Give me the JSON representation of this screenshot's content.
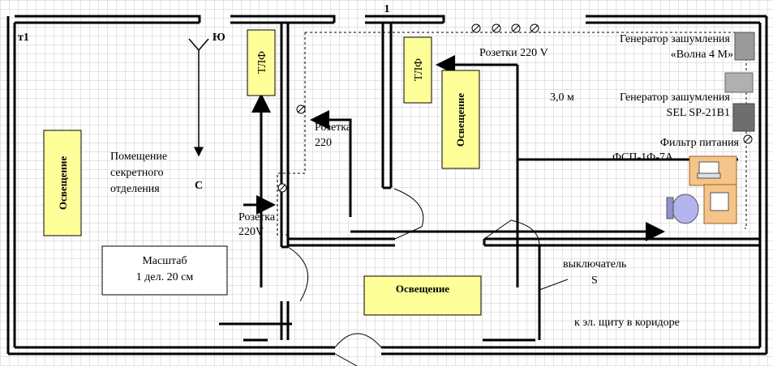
{
  "labels": {
    "room_number_top": "1",
    "room_id": "т1",
    "compass_south_north": "Ю",
    "compass_north": "С",
    "room_name_line1": "Помещение",
    "room_name_line2": "секретного",
    "room_name_line3": "отделения",
    "scale_line1": "Масштаб",
    "scale_line2": "1 дел.  20 см",
    "tlf_left": "ТЛФ",
    "tlf_right": "ТЛФ",
    "lighting_left": "Освещение",
    "lighting_center": "Освещение",
    "lighting_bottom": "Освещение",
    "socket_top": "Розетки 220 V",
    "socket_mid_line1": "Розетка",
    "socket_mid_line2": "220",
    "socket_low_line1": "Розетка",
    "socket_low_line2": "220V",
    "distance": "3,0 м",
    "gen1_line1": "Генератор зашумления",
    "gen1_line2": "«Волна 4 М»",
    "gen2_line1": "Генератор зашумления",
    "gen2_line2": "SEL SP-21B1",
    "filter_line1": "Фильтр питания",
    "filter_line2": "ФСП-1Ф-7А",
    "switch_line1": "выключатель",
    "switch_line2": "S",
    "corridor_note": "к эл. щиту в коридоре"
  },
  "colors": {
    "grid": "#c8c8c8",
    "wall": "#000000",
    "lighting_fill": "#ffff99",
    "desk_fill": "#f5c48a",
    "chair_fill": "#b4b4ee",
    "device_fill": "#a0a0a0"
  }
}
